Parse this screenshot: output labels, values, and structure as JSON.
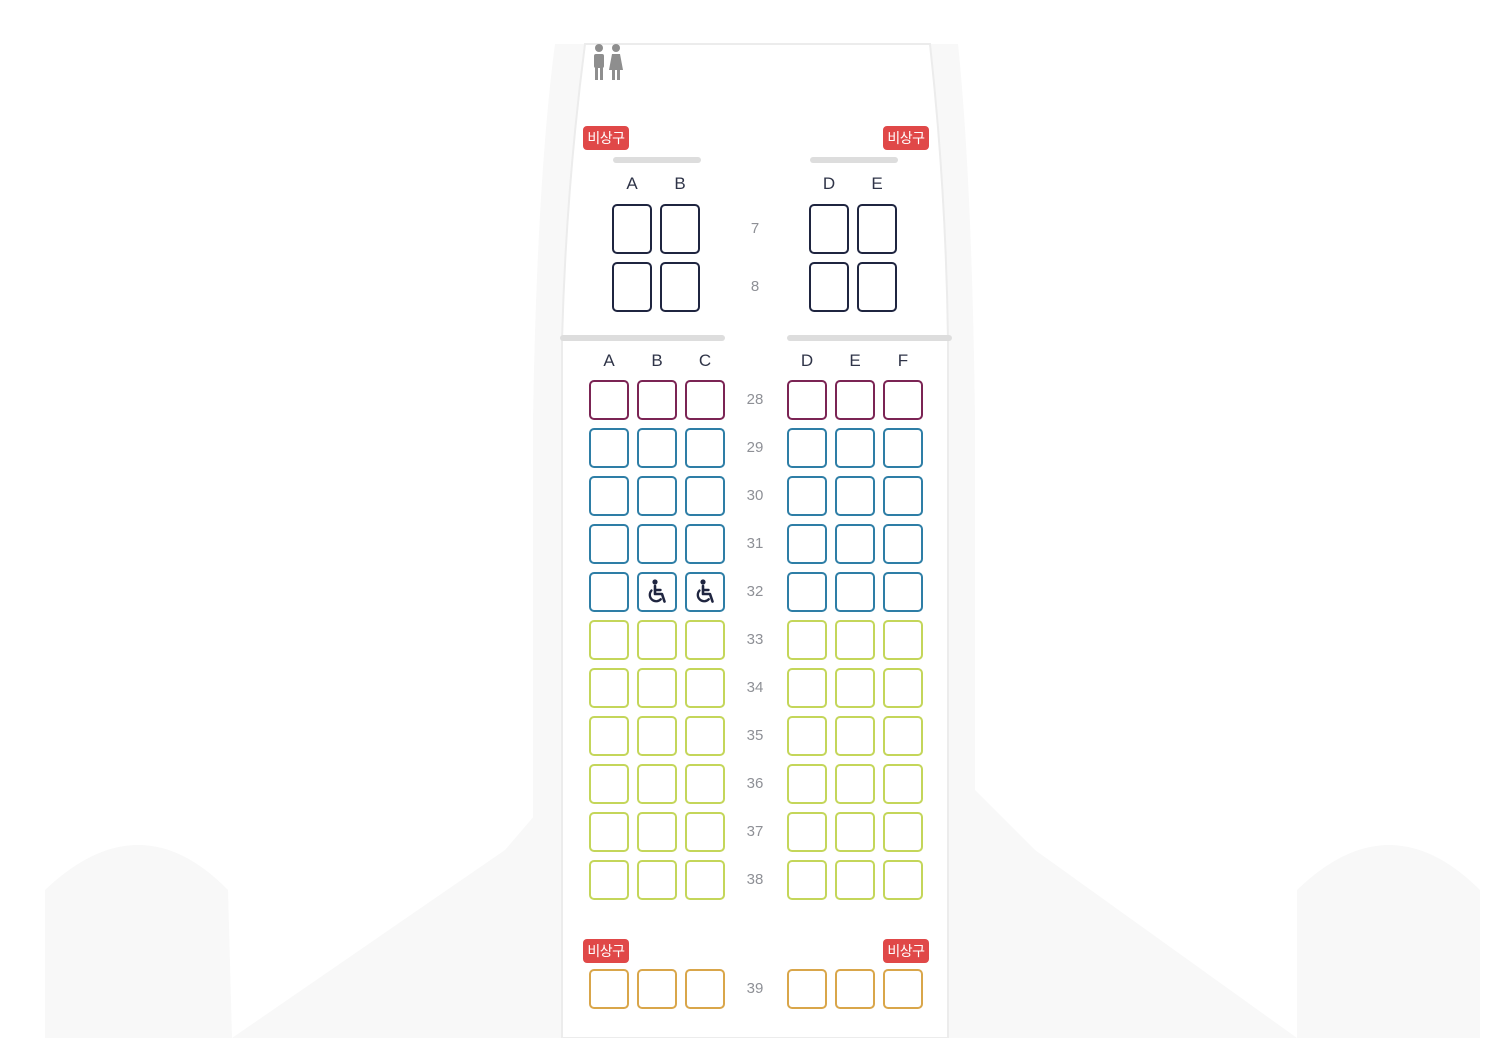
{
  "colors": {
    "premium": "#7b2454",
    "standard": "#2e7ea6",
    "economy": "#c4d65a",
    "exit_row": "#d9a64a",
    "first": "#1f2540",
    "exit_badge": "#e04848"
  },
  "icons": {
    "restroom": "restroom-icon",
    "wheelchair": "wheelchair-icon"
  },
  "first_cabin": {
    "columns_left": [
      "A",
      "B"
    ],
    "columns_right": [
      "D",
      "E"
    ],
    "rows": [
      {
        "number": "7"
      },
      {
        "number": "8"
      }
    ]
  },
  "economy_cabin": {
    "columns_left": [
      "A",
      "B",
      "C"
    ],
    "columns_right": [
      "D",
      "E",
      "F"
    ],
    "rows": [
      {
        "number": "28",
        "category": "premium"
      },
      {
        "number": "29",
        "category": "standard"
      },
      {
        "number": "30",
        "category": "standard"
      },
      {
        "number": "31",
        "category": "standard"
      },
      {
        "number": "32",
        "category": "standard",
        "wheelchair_seats": [
          "B",
          "C"
        ]
      },
      {
        "number": "33",
        "category": "economy"
      },
      {
        "number": "34",
        "category": "economy"
      },
      {
        "number": "35",
        "category": "economy"
      },
      {
        "number": "36",
        "category": "economy"
      },
      {
        "number": "37",
        "category": "economy"
      },
      {
        "number": "38",
        "category": "economy"
      },
      {
        "number": "39",
        "category": "exit_row"
      }
    ]
  },
  "exits": {
    "front_left": "비상구",
    "front_right": "비상구",
    "rear_left": "비상구",
    "rear_right": "비상구"
  }
}
